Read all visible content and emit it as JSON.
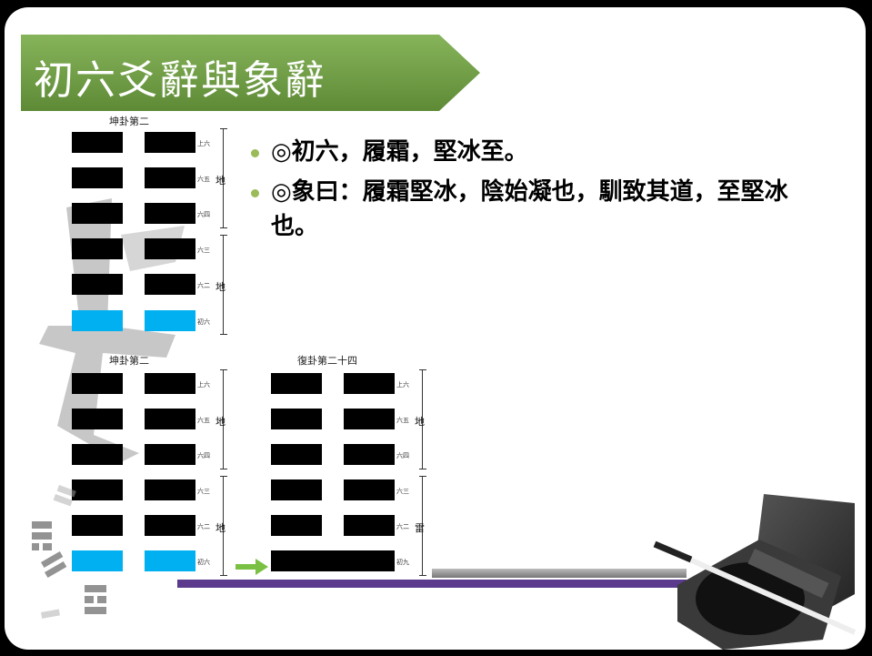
{
  "slide": {
    "title": "初六爻辭與象辭",
    "bullets": [
      "◎初六，履霜，堅冰至。",
      "◎象曰：履霜堅冰，陰始凝也，馴致其道，至堅冰也。"
    ]
  },
  "hexagram_top": {
    "name": "坤卦第二",
    "line_labels": [
      "上六",
      "六五",
      "六四",
      "六三",
      "六二",
      "初六"
    ],
    "trigram_labels": [
      "地",
      "地"
    ],
    "highlight_color": "#00b0f0"
  },
  "hexagram_bottom_left": {
    "name": "坤卦第二",
    "line_labels": [
      "上六",
      "六五",
      "六四",
      "六三",
      "六二",
      "初六"
    ],
    "trigram_labels": [
      "地",
      "地"
    ]
  },
  "hexagram_bottom_right": {
    "name": "復卦第二十四",
    "line_labels": [
      "上六",
      "六五",
      "六四",
      "六三",
      "六二",
      "初九"
    ],
    "trigram_labels": [
      "地",
      "雷"
    ]
  },
  "colors": {
    "banner": "#6f9a45",
    "accent_dot": "#9bbb59",
    "arrow": "#7ac143",
    "purple_bar": "#5b3a8e"
  },
  "icons": [
    "arrow-right-icon",
    "calligraphy-brush-icon",
    "ink-stone-icon"
  ]
}
